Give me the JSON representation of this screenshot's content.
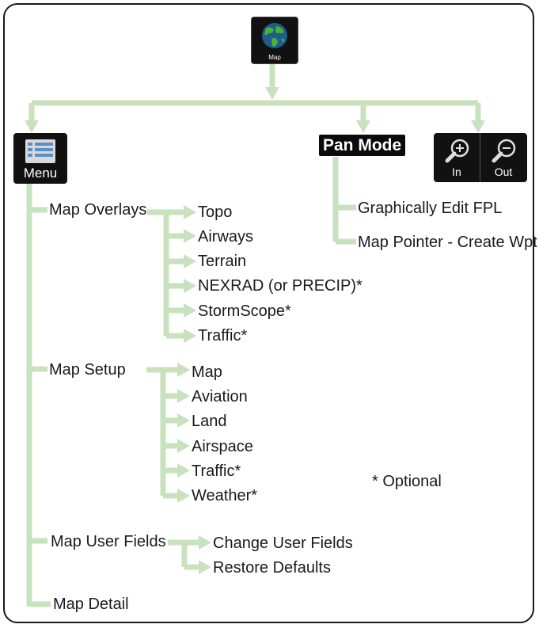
{
  "colors": {
    "connector": "#c8e2be",
    "frame": "#1a1a1a",
    "tile_bg": "#111111",
    "text": "#1a1a1a"
  },
  "map_button": {
    "label": "Map",
    "icon": "globe-icon"
  },
  "menu_button": {
    "label": "Menu",
    "icon": "list-icon"
  },
  "pan_mode": {
    "label": "Pan Mode"
  },
  "zoom": {
    "in": {
      "label": "In",
      "icon": "zoom-in-icon"
    },
    "out": {
      "label": "Out",
      "icon": "zoom-out-icon"
    }
  },
  "pan_items": [
    "Graphically Edit FPL",
    "Map Pointer - Create Wpt"
  ],
  "menu_items": {
    "overlays": {
      "label": "Map Overlays",
      "children": [
        "Topo",
        "Airways",
        "Terrain",
        "NEXRAD (or PRECIP)*",
        "StormScope*",
        "Traffic*"
      ]
    },
    "setup": {
      "label": "Map Setup",
      "children": [
        "Map",
        "Aviation",
        "Land",
        "Airspace",
        "Traffic*",
        "Weather*"
      ]
    },
    "user_fields": {
      "label": "Map User Fields",
      "children": [
        "Change User Fields",
        "Restore Defaults"
      ]
    },
    "detail": {
      "label": "Map Detail"
    }
  },
  "note": "* Optional"
}
